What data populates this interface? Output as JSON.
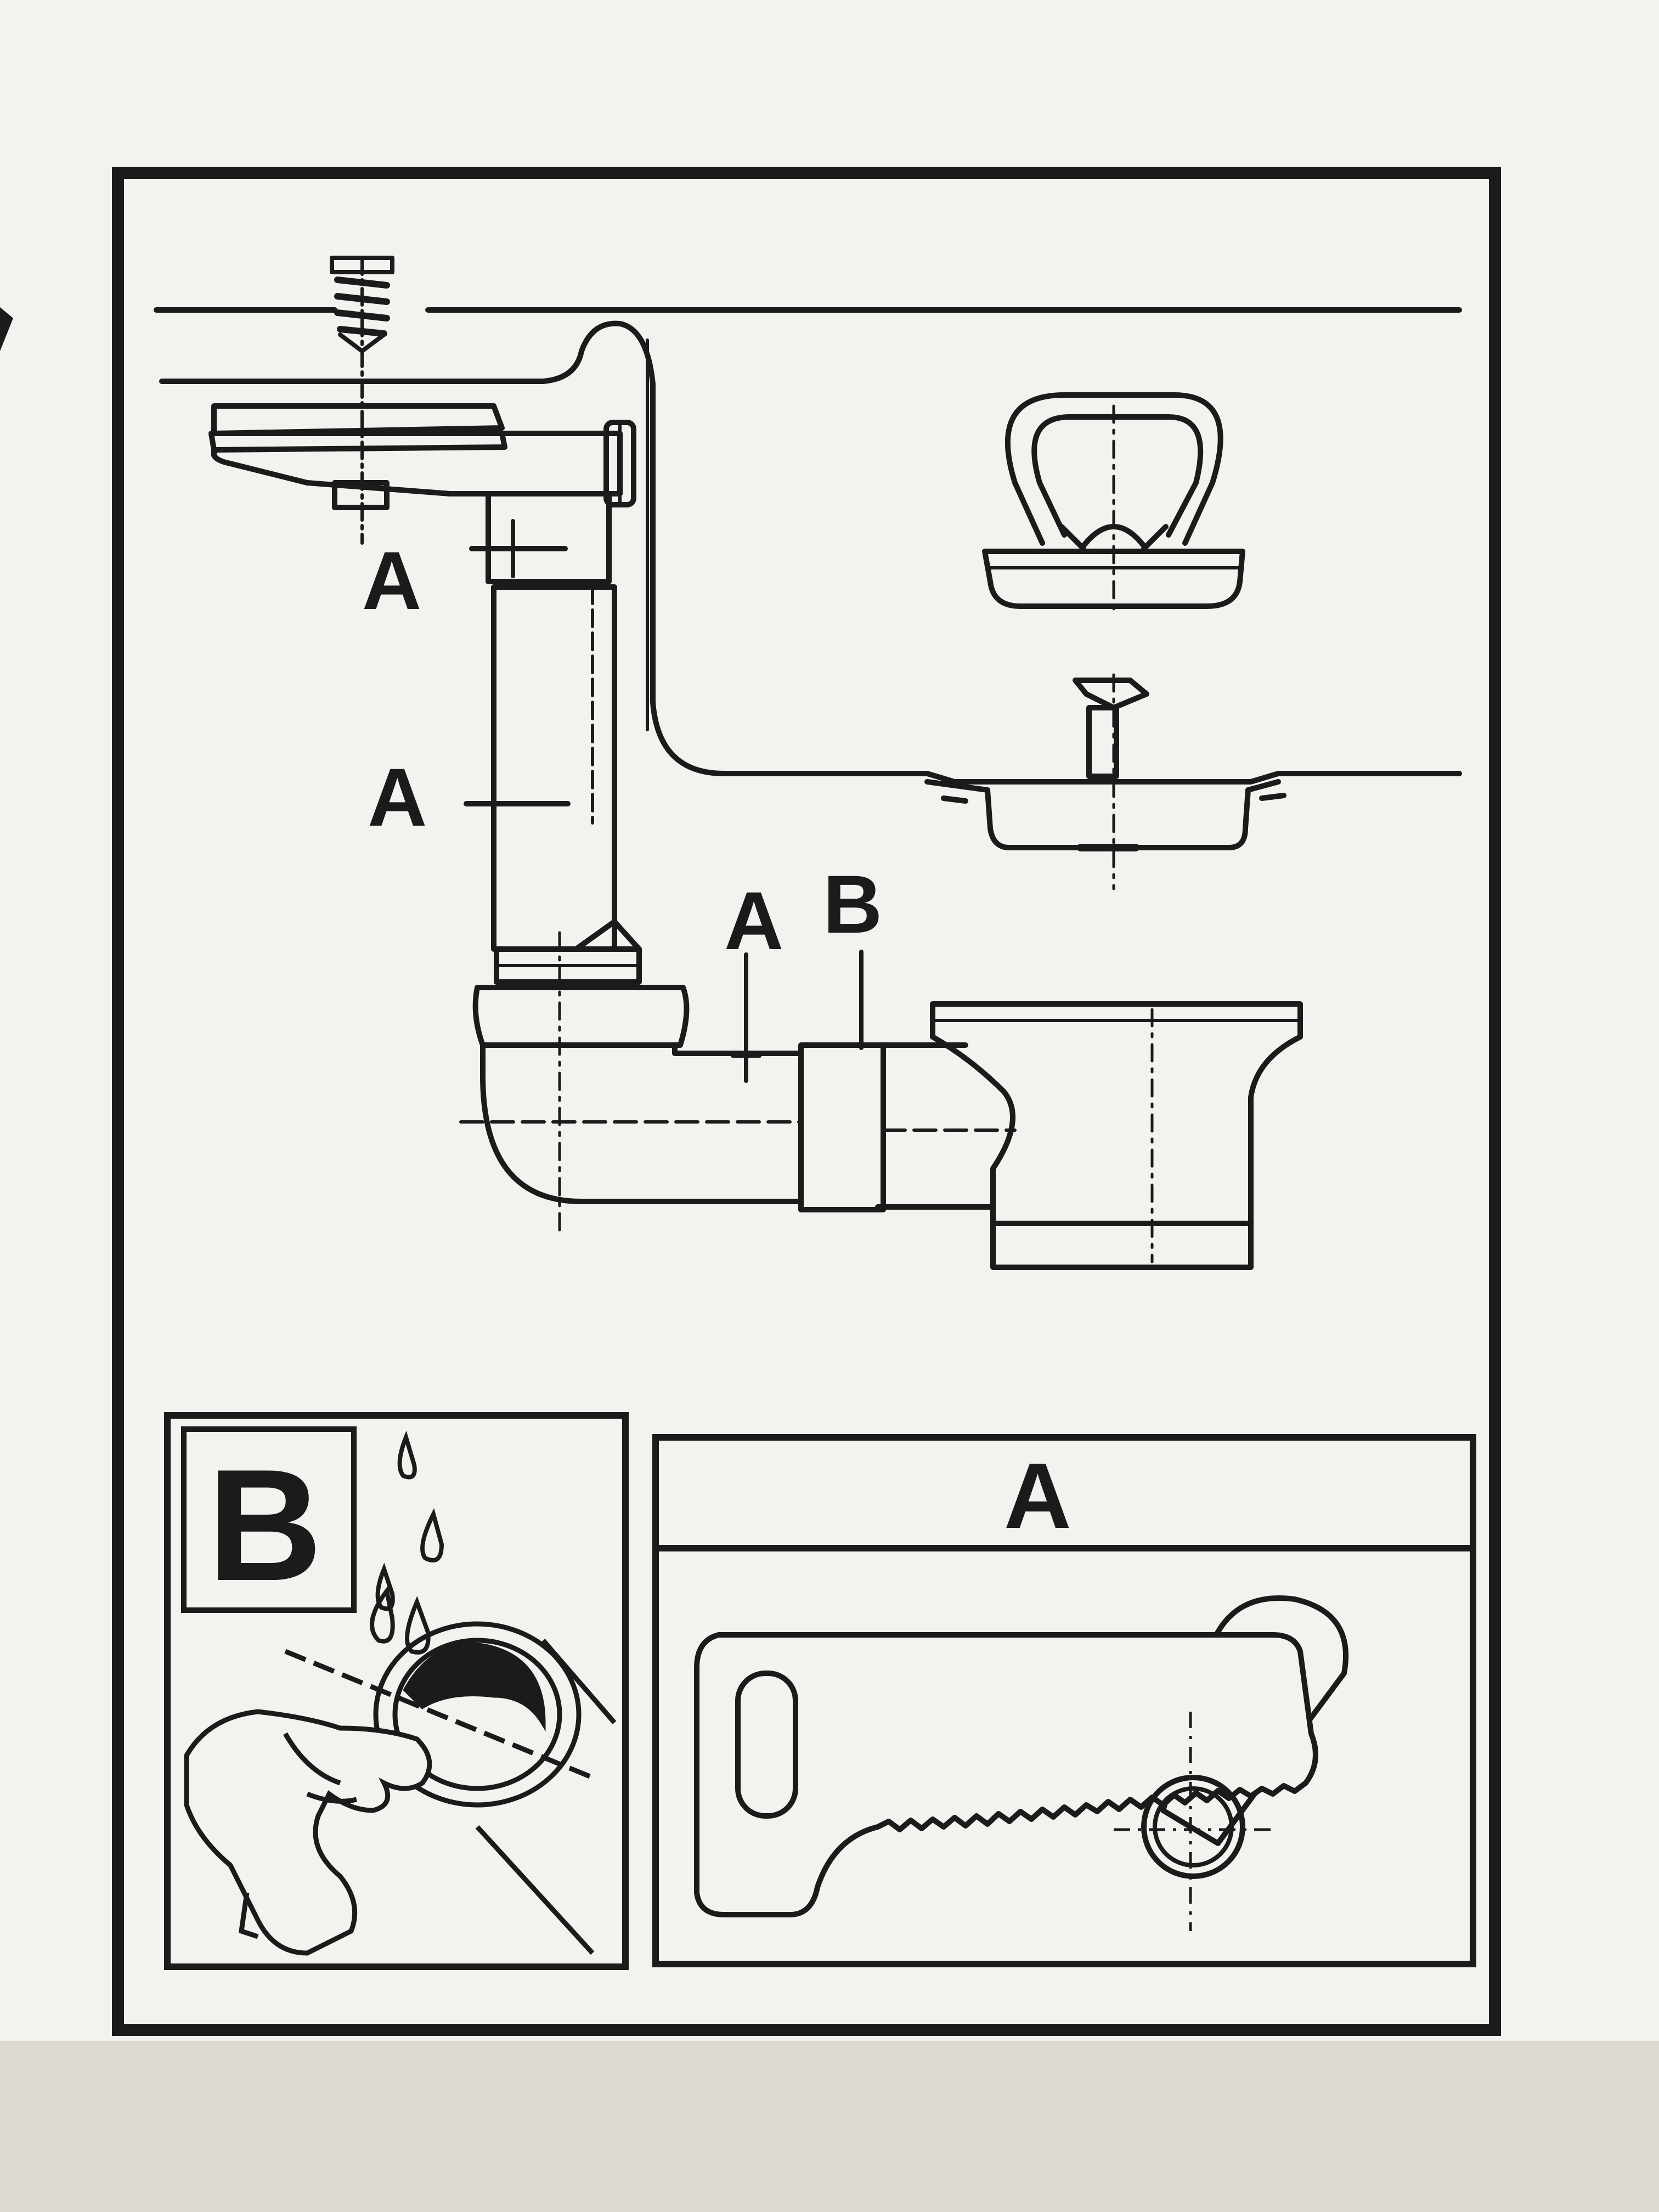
{
  "colors": {
    "paper": "#f3f2ee",
    "ink": "#1b1b1b",
    "shadow": "#dcdad3"
  },
  "labels": {
    "main_a_top": "A",
    "main_a_middle": "A",
    "main_a_bottom": "A",
    "main_b": "B",
    "panel_b_title": "B",
    "panel_a_title": "A"
  },
  "icons": [
    "screw-icon",
    "plug-icon",
    "strainer-icon",
    "water-drops-icon",
    "hand-icon",
    "wrench-icon"
  ]
}
